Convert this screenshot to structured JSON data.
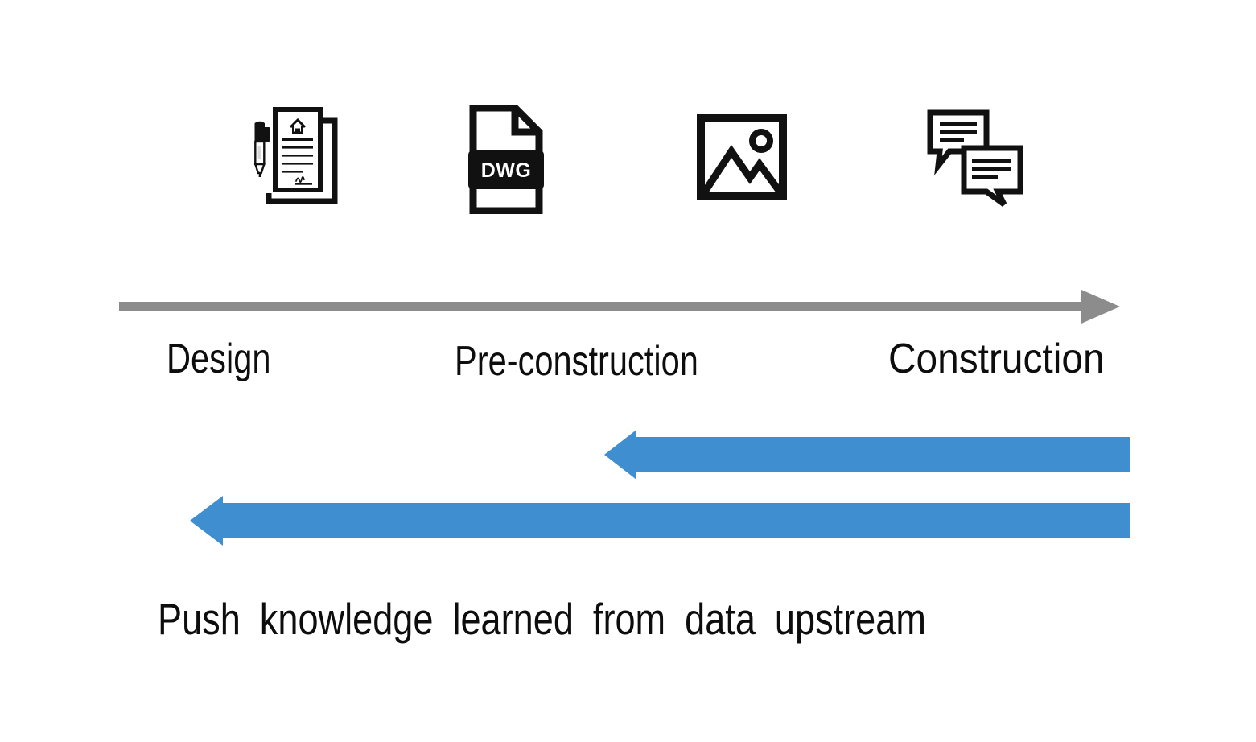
{
  "diagram": {
    "title_text": "",
    "background_color": "#ffffff",
    "colors": {
      "timeline_arrow": "#8c8c8c",
      "feedback_arrow": "#3e8ed0",
      "icon_stroke": "#111111",
      "text": "#0d0d0d"
    },
    "icons": [
      {
        "name": "signed-document-icon",
        "label": "Signed design document with pen",
        "badge_text": ""
      },
      {
        "name": "dwg-file-icon",
        "label": "DWG CAD file",
        "badge_text": "DWG"
      },
      {
        "name": "photo-icon",
        "label": "Site photo / image",
        "badge_text": ""
      },
      {
        "name": "chat-bubbles-icon",
        "label": "Conversations / RFI messages",
        "badge_text": ""
      }
    ],
    "timeline": {
      "name": "project-phase-timeline",
      "direction": "left-to-right",
      "stages": [
        {
          "label": "Design"
        },
        {
          "label": "Pre-construction"
        },
        {
          "label": "Construction"
        }
      ]
    },
    "feedback_arrows": [
      {
        "name": "feedback-arrow-construction-to-preconstruction",
        "direction": "right-to-left",
        "from_stage": "Construction",
        "to_stage": "Pre-construction"
      },
      {
        "name": "feedback-arrow-construction-to-design",
        "direction": "right-to-left",
        "from_stage": "Construction",
        "to_stage": "Design"
      }
    ],
    "caption": "Push knowledge learned from data upstream"
  }
}
